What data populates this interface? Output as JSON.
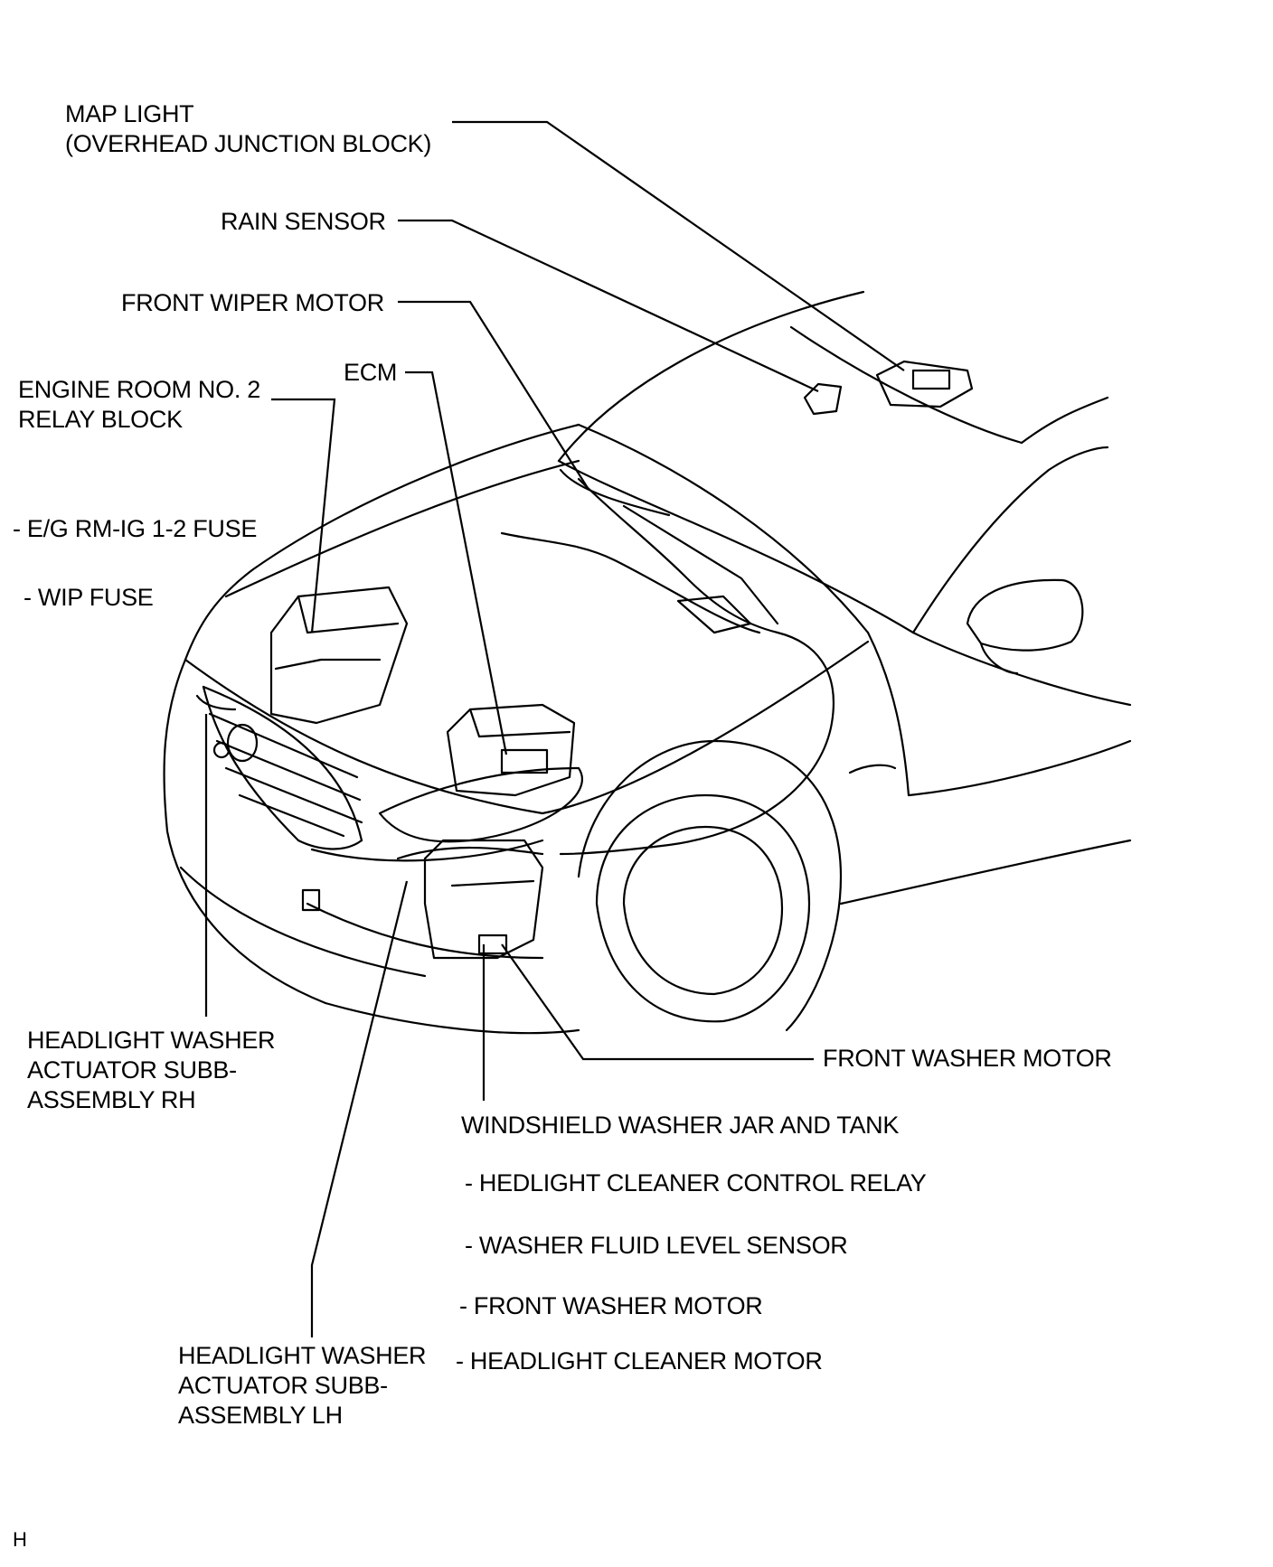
{
  "labels": {
    "map_light_1": "MAP LIGHT",
    "map_light_2": "(OVERHEAD JUNCTION BLOCK)",
    "rain_sensor": "RAIN SENSOR",
    "front_wiper_motor": "FRONT WIPER MOTOR",
    "ecm": "ECM",
    "relay_block_1": "ENGINE ROOM NO. 2",
    "relay_block_2": "RELAY BLOCK",
    "eg_fuse": "- E/G RM-IG 1-2 FUSE",
    "wip_fuse": "- WIP FUSE",
    "hl_washer_rh_1": "HEADLIGHT WASHER",
    "hl_washer_rh_2": "ACTUATOR SUBB-",
    "hl_washer_rh_3": "ASSEMBLY RH",
    "front_washer_motor": "FRONT WASHER MOTOR",
    "washer_jar": "WINDSHIELD WASHER JAR AND TANK",
    "sub_relay": "- HEDLIGHT CLEANER CONTROL RELAY",
    "sub_level_sensor": "- WASHER FLUID LEVEL SENSOR",
    "sub_washer_motor": "- FRONT WASHER MOTOR",
    "sub_cleaner_motor": "- HEADLIGHT CLEANER MOTOR",
    "hl_washer_lh_1": "HEADLIGHT WASHER",
    "hl_washer_lh_2": "ACTUATOR SUBB-",
    "hl_washer_lh_3": "ASSEMBLY LH",
    "corner_code": "H"
  }
}
